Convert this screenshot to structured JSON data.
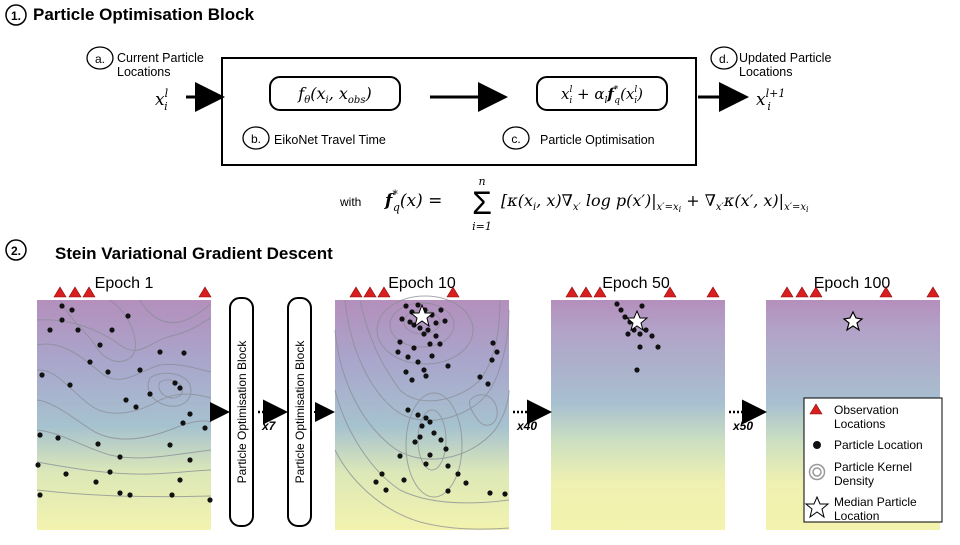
{
  "section1": {
    "number": "1.",
    "title": "Particle Optimisation Block"
  },
  "labels": {
    "a": {
      "letter": "a.",
      "text_line1": "Current Particle",
      "text_line2": "Locations",
      "symbol": "x_i^l"
    },
    "b": {
      "letter": "b.",
      "text": "EikoNet Travel Time",
      "formula": "f_θ(x_i, x_obs)"
    },
    "c": {
      "letter": "c.",
      "text": "Particle Optimisation",
      "formula": "x_i^l + α_l f_q^*(x_i^l)"
    },
    "d": {
      "letter": "d.",
      "text_line1": "Updated Particle",
      "text_line2": "Locations",
      "symbol": "x_i^{l+1}"
    }
  },
  "equation": {
    "with": "with",
    "text": "f_q^*(x) = Σ_{i=1}^{n} [κ(x_i, x) ∇_{x'} log p(x')|_{x'=x_i} + ∇_{x'} κ(x', x)|_{x'=x_i}"
  },
  "section2": {
    "number": "2.",
    "title": "Stein Variational Gradient Descent"
  },
  "panels": [
    {
      "title": "Epoch 1"
    },
    {
      "title": "Epoch 10"
    },
    {
      "title": "Epoch 50"
    },
    {
      "title": "Epoch 100"
    }
  ],
  "blocks": {
    "label": "Particle Optimisation Block"
  },
  "multipliers": [
    "x7",
    "x40",
    "x50"
  ],
  "legend": {
    "observation": "Observation Locations",
    "particle": "Particle Location",
    "kernel": "Particle Kernel Density",
    "median": "Median Particle Location"
  },
  "colors": {
    "observation": "#d81e1e",
    "particle": "#111111",
    "top": "#b58fbd",
    "mid": "#a3c0cf",
    "bottom": "#f1f2b0"
  }
}
